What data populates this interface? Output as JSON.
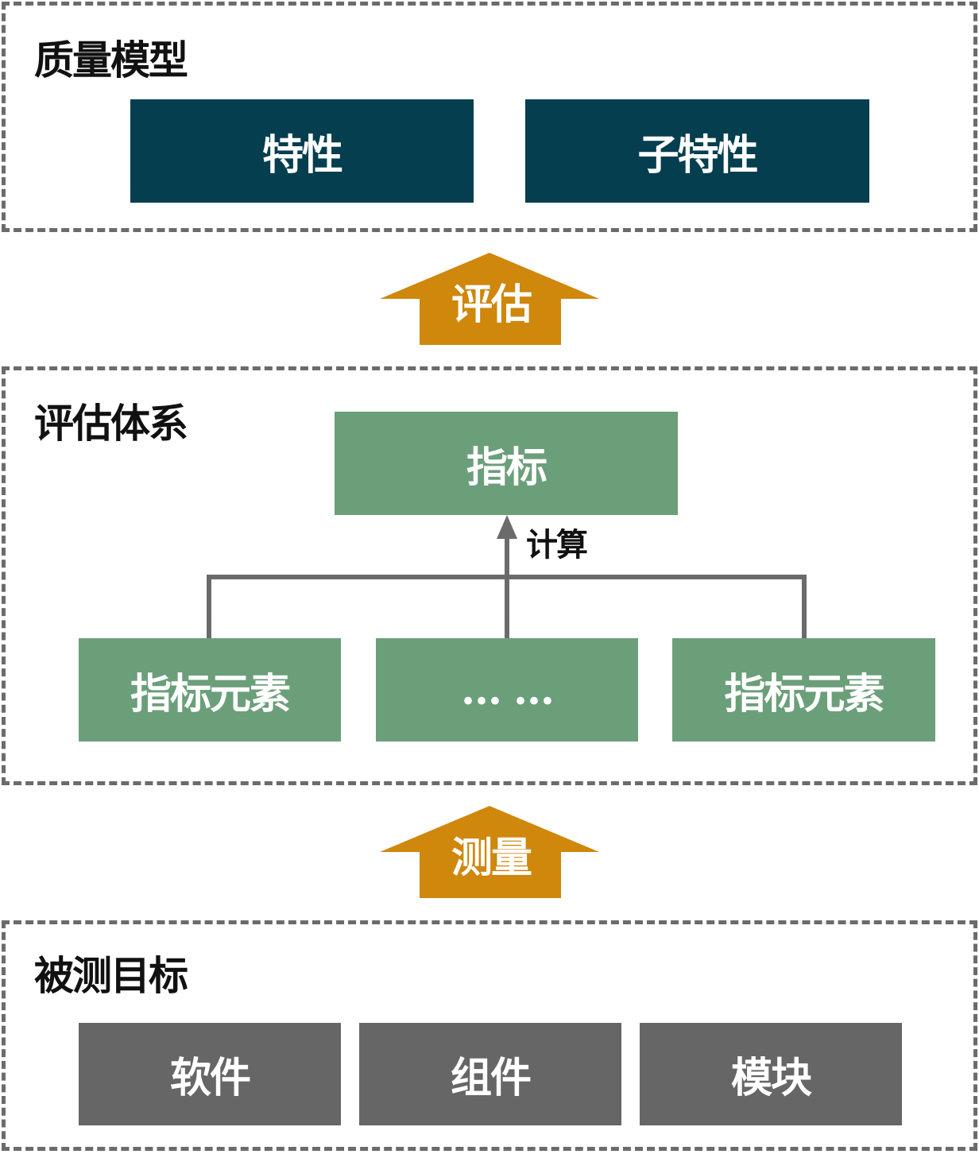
{
  "quality_model": {
    "title": "质量模型",
    "boxes": [
      "特性",
      "子特性"
    ]
  },
  "arrow_evaluate": {
    "label": "评估"
  },
  "evaluation_system": {
    "title": "评估体系",
    "indicator": "指标",
    "calc_label": "计算",
    "elements": [
      "指标元素",
      "… …",
      "指标元素"
    ]
  },
  "arrow_measure": {
    "label": "测量"
  },
  "target": {
    "title": "被测目标",
    "boxes": [
      "软件",
      "组件",
      "模块"
    ]
  },
  "colors": {
    "teal": "#043e4f",
    "green": "#6b9f7a",
    "gray": "#666666",
    "arrow": "#cf870c",
    "border": "#6b6b6b"
  }
}
